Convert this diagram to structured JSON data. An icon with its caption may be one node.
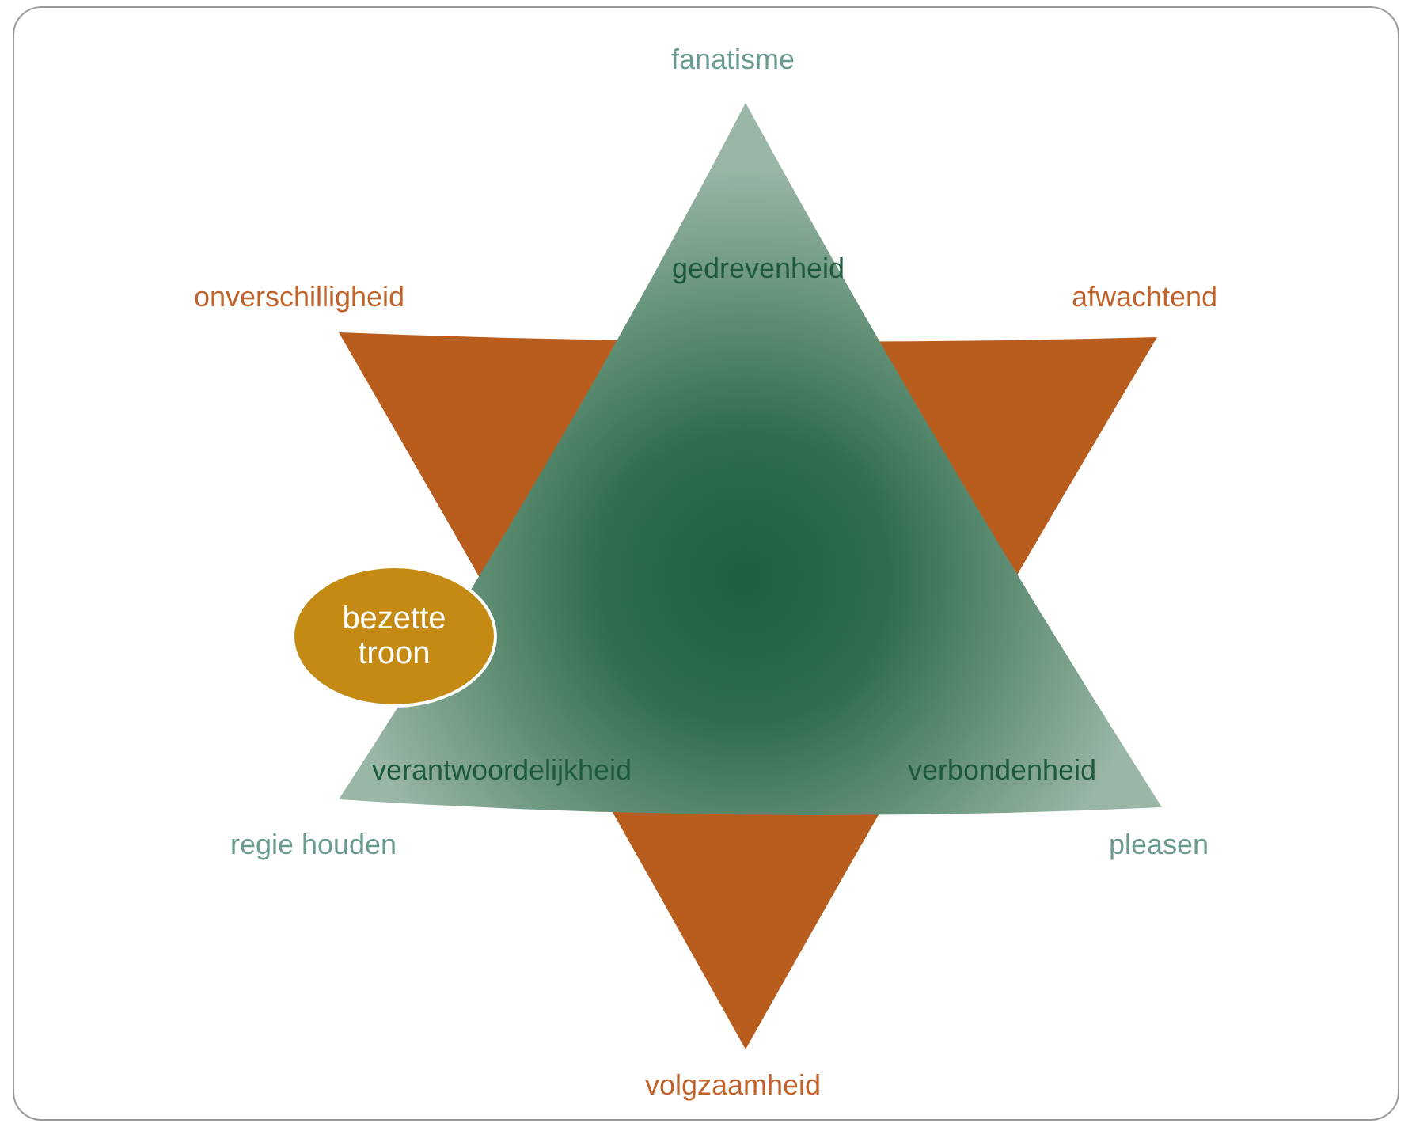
{
  "diagram": {
    "nodes": [
      {
        "text": [],
        "shape": "triangle"
      },
      {
        "text": [
          "gedrevenheid",
          "verantwoordelijkheid",
          "verbondenheid"
        ]
      },
      {
        "text": [
          "bezette troon"
        ]
      }
    ],
    "labels": [
      "fanatisme",
      "onverschilligheid",
      "afwachtend",
      "regie houden",
      "pleasen",
      "volgzaamheid"
    ]
  }
}
